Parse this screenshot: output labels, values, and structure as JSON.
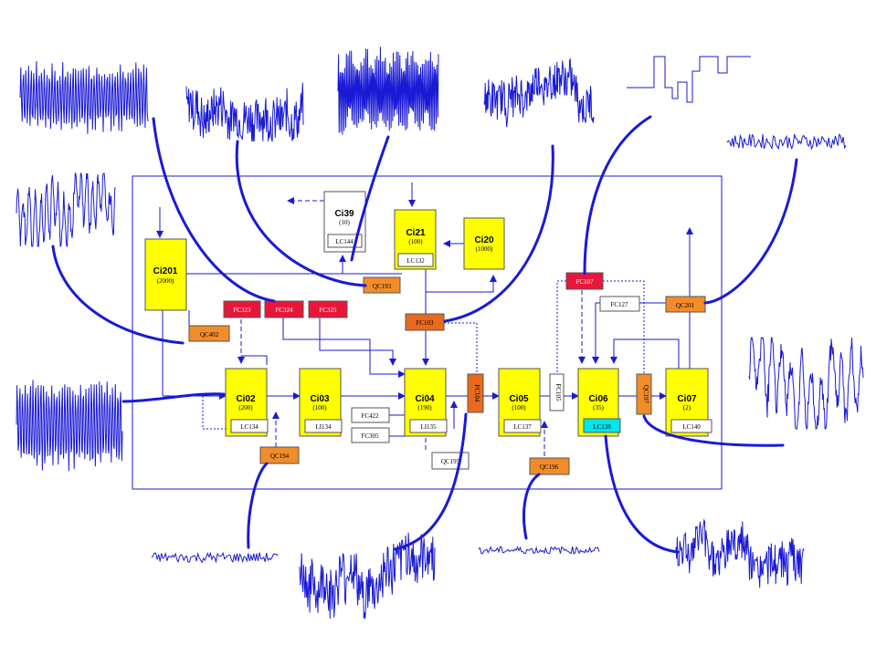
{
  "colors": {
    "tank": "#ffff00",
    "controller": "#f28c28",
    "valve": "#e8173a",
    "highlight": "#00e5ee",
    "trend": "#1a1ad6",
    "connector": "#1a1ad6"
  },
  "tanks": [
    {
      "id": "ci201",
      "name": "Ci201",
      "cap": "(2000)"
    },
    {
      "id": "ci39",
      "name": "Ci39",
      "cap": "(10)"
    },
    {
      "id": "ci21",
      "name": "Ci21",
      "cap": "(100)"
    },
    {
      "id": "ci20",
      "name": "Ci20",
      "cap": "(1000)"
    },
    {
      "id": "ci02",
      "name": "Ci02",
      "cap": "(200)"
    },
    {
      "id": "ci03",
      "name": "Ci03",
      "cap": "(100)"
    },
    {
      "id": "ci04",
      "name": "Ci04",
      "cap": "(190)"
    },
    {
      "id": "ci05",
      "name": "Ci05",
      "cap": "(100)"
    },
    {
      "id": "ci06",
      "name": "Ci06",
      "cap": "(35)"
    },
    {
      "id": "ci07",
      "name": "Ci07",
      "cap": "(2)"
    }
  ],
  "tags": {
    "lc144": "LC144",
    "lc132": "LC132",
    "lc134": "LC134",
    "li134": "LI134",
    "li135": "LI135",
    "lc137": "LC137",
    "lc138": "LC138",
    "lc140": "LC140",
    "fc127": "FC127",
    "fc422": "FC422",
    "fc305": "FC305",
    "qc193": "QC193",
    "qc402": "QC402",
    "qc201": "QC201",
    "qc194": "QC194",
    "qc195": "QC195",
    "qc196": "QC196",
    "qc197": "QC197",
    "fc103": "FC103",
    "fc104": "FC104",
    "fc105": "FC105",
    "fc107": "FC107",
    "fc323": "FC323",
    "fc324": "FC324",
    "fc325": "FC325"
  }
}
